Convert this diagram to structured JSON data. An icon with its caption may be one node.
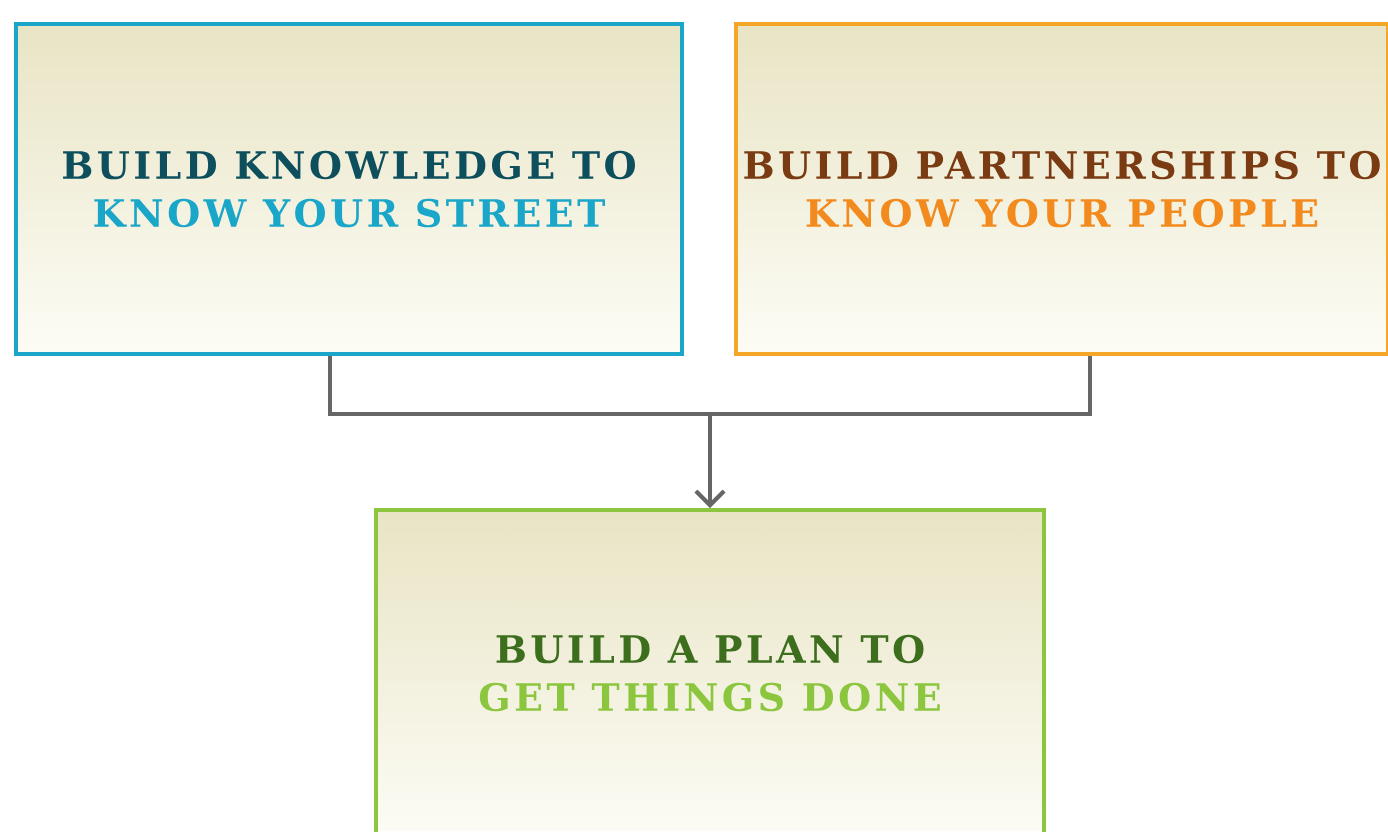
{
  "diagram": {
    "nodes": [
      {
        "text": [
          "BUILD KNOWLEDGE TO",
          "KNOW YOUR STREET"
        ]
      },
      {
        "text": [
          "BUILD PARTNERSHIPS TO",
          "KNOW YOUR PEOPLE"
        ]
      },
      {
        "text": [
          "BUILD A PLAN TO",
          "GET THINGS DONE"
        ]
      }
    ],
    "edges": [
      {
        "from": 0,
        "to": 2,
        "arrow": "to"
      },
      {
        "from": 1,
        "to": 2,
        "arrow": "to"
      }
    ]
  }
}
